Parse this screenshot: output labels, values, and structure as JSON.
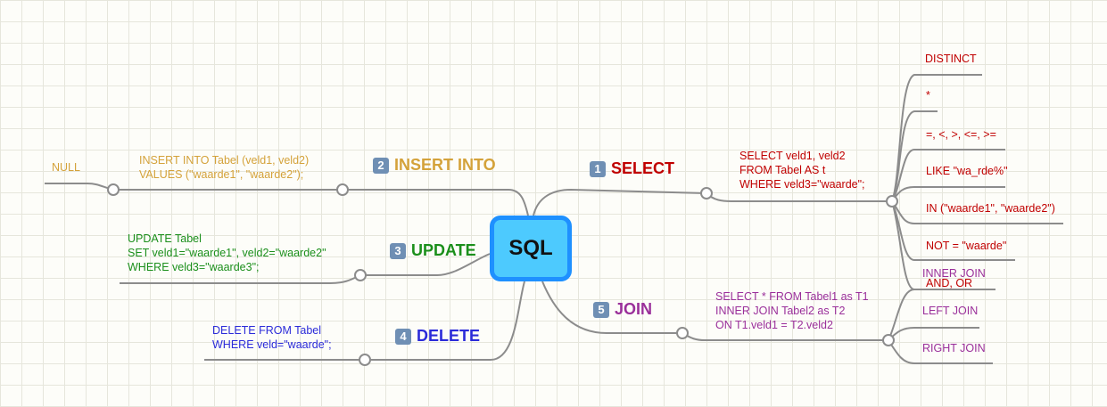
{
  "root": "SQL",
  "branches": {
    "select": {
      "number": "1",
      "label": "SELECT",
      "color": "#c00000",
      "snippet": "SELECT veld1, veld2\nFROM Tabel AS t\nWHERE veld3=\"waarde\";",
      "leaves": [
        "DISTINCT",
        "*",
        "=, <, >, <=, >=",
        "LIKE \"wa_rde%\"",
        "IN (\"waarde1\", \"waarde2\")",
        "NOT = \"waarde\"",
        "AND, OR"
      ]
    },
    "insert": {
      "number": "2",
      "label": "INSERT INTO",
      "color": "#d4a23a",
      "snippet": "INSERT INTO Tabel (veld1, veld2)\nVALUES (\"waarde1\", \"waarde2\");",
      "leaves": [
        "NULL"
      ]
    },
    "update": {
      "number": "3",
      "label": "UPDATE",
      "color": "#1b8f1b",
      "snippet": "UPDATE Tabel\nSET veld1=\"waarde1\", veld2=\"waarde2\"\nWHERE veld3=\"waarde3\";"
    },
    "delete": {
      "number": "4",
      "label": "DELETE",
      "color": "#2b2bd9",
      "snippet": "DELETE FROM Tabel\nWHERE veld=\"waarde\";"
    },
    "join": {
      "number": "5",
      "label": "JOIN",
      "color": "#9a2f9a",
      "snippet": "SELECT * FROM Tabel1 as T1\nINNER JOIN Tabel2 as T2\nON T1.veld1 = T2.veld2",
      "leaves": [
        "INNER JOIN",
        "LEFT JOIN",
        "RIGHT JOIN"
      ]
    }
  }
}
